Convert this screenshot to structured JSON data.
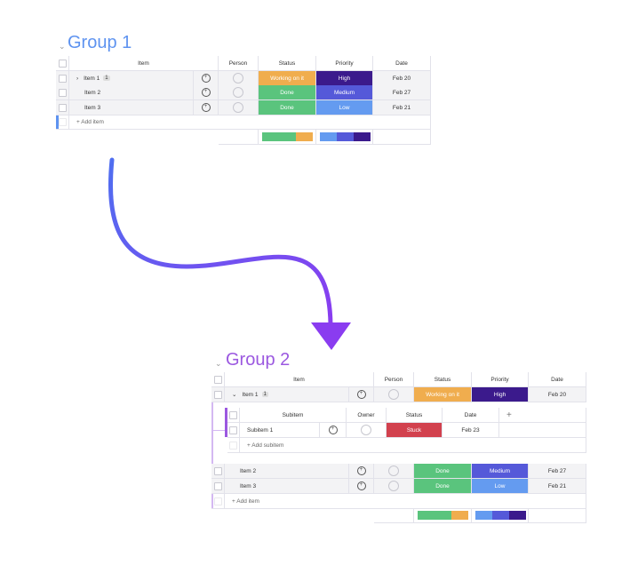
{
  "colors": {
    "working": "#f0ad4e",
    "done": "#5ac47d",
    "stuck": "#d2414e",
    "high": "#3b1a8c",
    "medium": "#5559d9",
    "low": "#649bf0",
    "group1": "#5e93f0",
    "group2": "#9b58e0"
  },
  "group1": {
    "title": "Group 1",
    "headers": {
      "item": "Item",
      "person": "Person",
      "status": "Status",
      "priority": "Priority",
      "date": "Date"
    },
    "rows": [
      {
        "name": "Item 1",
        "badge": "1",
        "expand": "›",
        "status": "Working on it",
        "status_color": "working",
        "priority": "High",
        "priority_color": "high",
        "date": "Feb 20"
      },
      {
        "name": "Item 2",
        "status": "Done",
        "status_color": "done",
        "priority": "Medium",
        "priority_color": "medium",
        "date": "Feb 27"
      },
      {
        "name": "Item 3",
        "status": "Done",
        "status_color": "done",
        "priority": "Low",
        "priority_color": "low",
        "date": "Feb 21"
      }
    ],
    "add_item": "+ Add item"
  },
  "group2": {
    "title": "Group 2",
    "headers": {
      "item": "Item",
      "person": "Person",
      "status": "Status",
      "priority": "Priority",
      "date": "Date"
    },
    "rows": [
      {
        "name": "Item 1",
        "badge": "1",
        "expand": "⌄",
        "status": "Working on it",
        "status_color": "working",
        "priority": "High",
        "priority_color": "high",
        "date": "Feb 20"
      },
      {
        "name": "Item 2",
        "status": "Done",
        "status_color": "done",
        "priority": "Medium",
        "priority_color": "medium",
        "date": "Feb 27"
      },
      {
        "name": "Item 3",
        "status": "Done",
        "status_color": "done",
        "priority": "Low",
        "priority_color": "low",
        "date": "Feb 21"
      }
    ],
    "subitems": {
      "headers": {
        "subitem": "Subitem",
        "owner": "Owner",
        "status": "Status",
        "date": "Date",
        "add": "+"
      },
      "rows": [
        {
          "name": "Subitem 1",
          "status": "Stuck",
          "status_color": "stuck",
          "date": "Feb 23"
        }
      ],
      "add_subitem": "+ Add subitem"
    },
    "add_item": "+ Add item"
  },
  "summary": {
    "status": [
      {
        "color": "done",
        "fraction": 0.67
      },
      {
        "color": "working",
        "fraction": 0.33
      }
    ],
    "priority": [
      {
        "color": "low",
        "fraction": 0.33
      },
      {
        "color": "medium",
        "fraction": 0.33
      },
      {
        "color": "high",
        "fraction": 0.34
      }
    ]
  }
}
